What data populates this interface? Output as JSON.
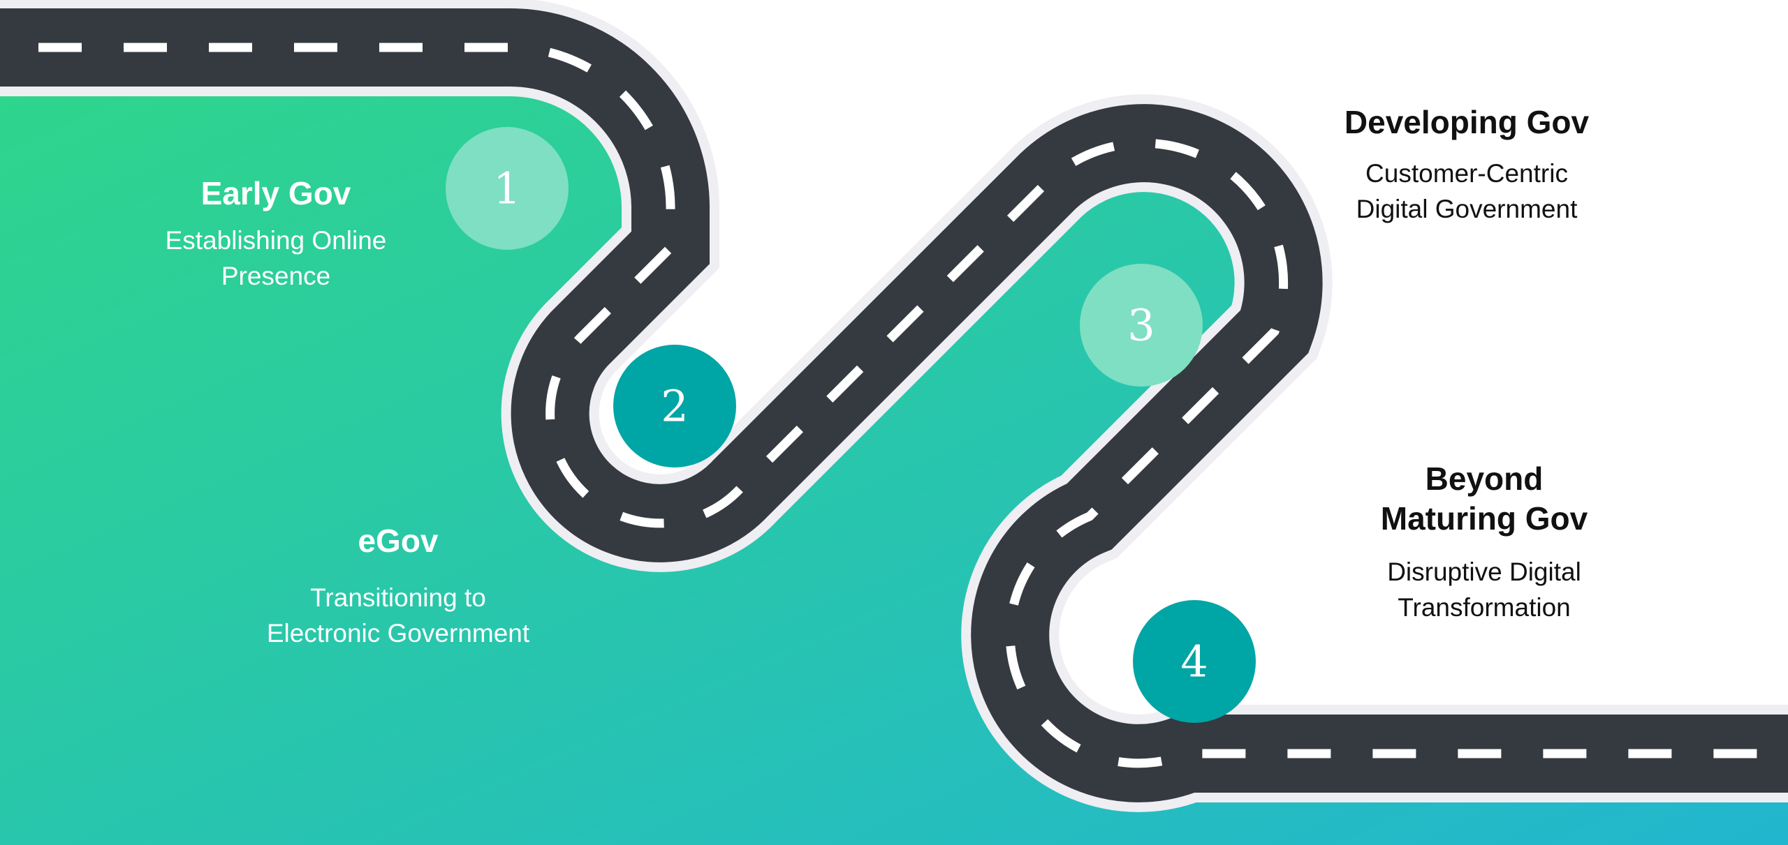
{
  "stages": [
    {
      "number": "1",
      "title": "Early Gov",
      "subtitle_lines": [
        "Establishing Online",
        "Presence"
      ]
    },
    {
      "number": "2",
      "title": "eGov",
      "subtitle_lines": [
        "Transitioning to",
        "Electronic Government"
      ]
    },
    {
      "number": "3",
      "title": "Developing Gov",
      "subtitle_lines": [
        "Customer-Centric",
        "Digital Government"
      ]
    },
    {
      "number": "4",
      "title_lines": [
        "Beyond",
        "Maturing Gov"
      ],
      "subtitle_lines": [
        "Disruptive Digital",
        "Transformation"
      ]
    }
  ],
  "colors": {
    "gradient_top_left": "#2FD68A",
    "gradient_bottom_right": "#22B6CE",
    "road": "#343A40",
    "road_edge": "#EEEEF3",
    "lane_marking": "#FFFFFF",
    "marker_light": "#7FDFC2",
    "marker_dark": "#00A5A5"
  }
}
